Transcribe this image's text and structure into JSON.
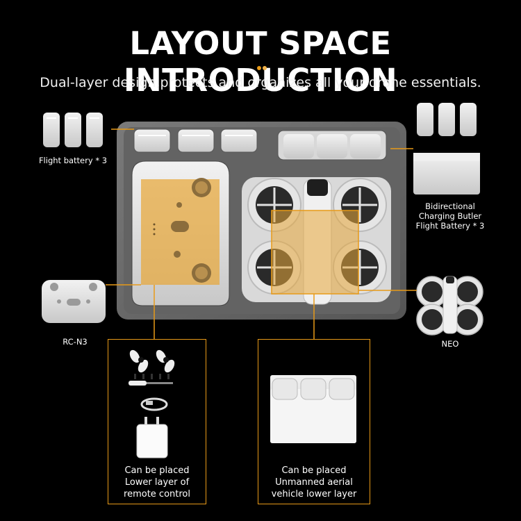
{
  "header": {
    "title": "LAYOUT SPACE INTRODUCTION",
    "subtitle": "Dual-layer design,protects and organizes all your drone essentials."
  },
  "labels": {
    "flight_battery": "Flight battery * 3",
    "charging_butler": [
      "Bidirectional",
      "Charging Butler",
      "Flight Battery * 3"
    ],
    "rc": "RC-N3",
    "neo": "NEO"
  },
  "boxes": {
    "remote_lower": [
      "Can be placed",
      "Lower layer of",
      "remote control"
    ],
    "uav_lower": [
      "Can be placed",
      "Unmanned aerial",
      "vehicle lower layer"
    ]
  },
  "colors": {
    "accent": "#e89a18",
    "highlight": "#e8a83a",
    "background": "#000000",
    "case": "#6b6b6b",
    "device": "#dcdcdc"
  },
  "icons": {
    "dots": "pagination-dots",
    "props": "propeller-icon",
    "screwdriver": "screwdriver-icon",
    "cable": "usb-cable-icon",
    "charger": "charger-icon"
  }
}
